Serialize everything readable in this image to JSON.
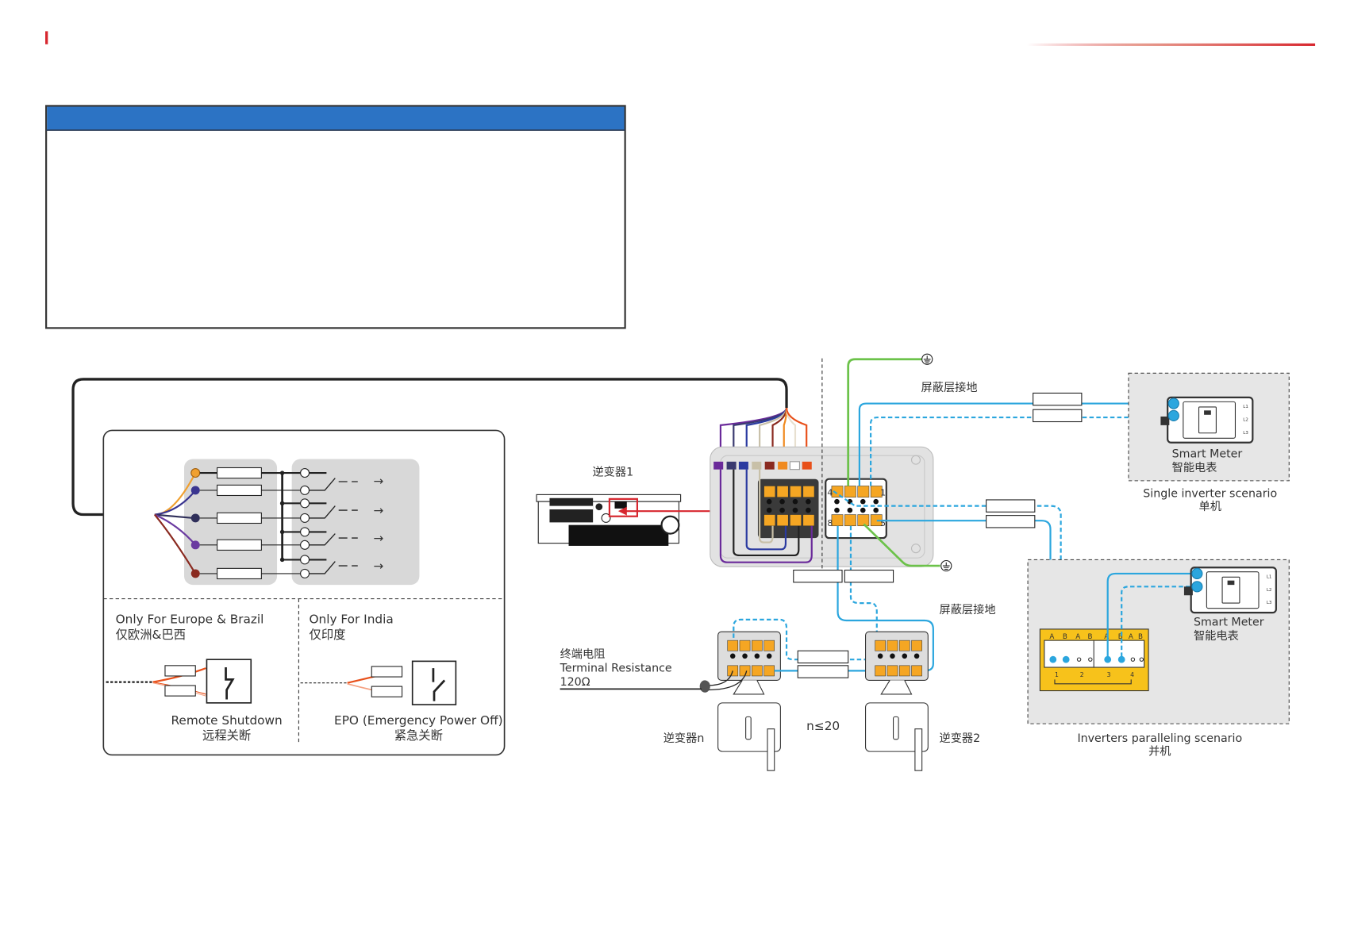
{
  "header": {
    "accent_mark_color": "#d7262e",
    "rule_color": "#d7262e"
  },
  "info_box": {
    "header_color": "#2c73c4",
    "title": "",
    "body": ""
  },
  "left_panel": {
    "europe_title": "Only For Europe & Brazil",
    "europe_title_cn": "仅欧洲&巴西",
    "india_title": "Only For India",
    "india_title_cn": "仅印度",
    "remote_shutdown": "Remote Shutdown",
    "remote_shutdown_cn": "远程关断",
    "epo": "EPO (Emergency Power Off)",
    "epo_cn": "紧急关断",
    "dry_contact_arrows": [
      "→",
      "→",
      "→",
      "→"
    ],
    "wire_colors": [
      "#f0a030",
      "#3a3590",
      "#2f2f5a",
      "#6a3aa0",
      "#8a2a20"
    ]
  },
  "main_diagram": {
    "inverter1_label": "逆变器1",
    "inverter2_label": "逆变器2",
    "invertern_label": "逆变器n",
    "n_limit": "n≤20",
    "terminal_resistance_cn": "终端电阻",
    "terminal_resistance": "Terminal Resistance",
    "terminal_resistance_value": "120Ω",
    "shield_ground_cn_top": "屏蔽层接地",
    "shield_ground_cn_bottom": "屏蔽层接地",
    "connector_pin_labels": [
      "4",
      "1",
      "8",
      "5"
    ],
    "cable_colors": [
      "#6a2a9a",
      "#3a3a70",
      "#2a3aa0",
      "#c8c0a8",
      "#8a2a20",
      "#f08a20",
      "#ffffff",
      "#e8501a"
    ],
    "rs485_color": "#2ba6de",
    "ground_color": "#6cc24a"
  },
  "single_scenario": {
    "meter_label": "Smart Meter",
    "meter_label_cn": "智能电表",
    "meter_ports": [
      "L1",
      "L2",
      "L3"
    ],
    "caption": "Single inverter scenario",
    "caption_cn": "单机"
  },
  "parallel_scenario": {
    "meter_label": "Smart Meter",
    "meter_label_cn": "智能电表",
    "meter_ports": [
      "L1",
      "L2",
      "L3"
    ],
    "terminal_letters": [
      "A",
      "B",
      "A",
      "B",
      "A",
      "B",
      "A",
      "B"
    ],
    "terminal_numbers": [
      "1",
      "2",
      "3",
      "4"
    ],
    "caption": "Inverters paralleling scenario",
    "caption_cn": "并机"
  }
}
